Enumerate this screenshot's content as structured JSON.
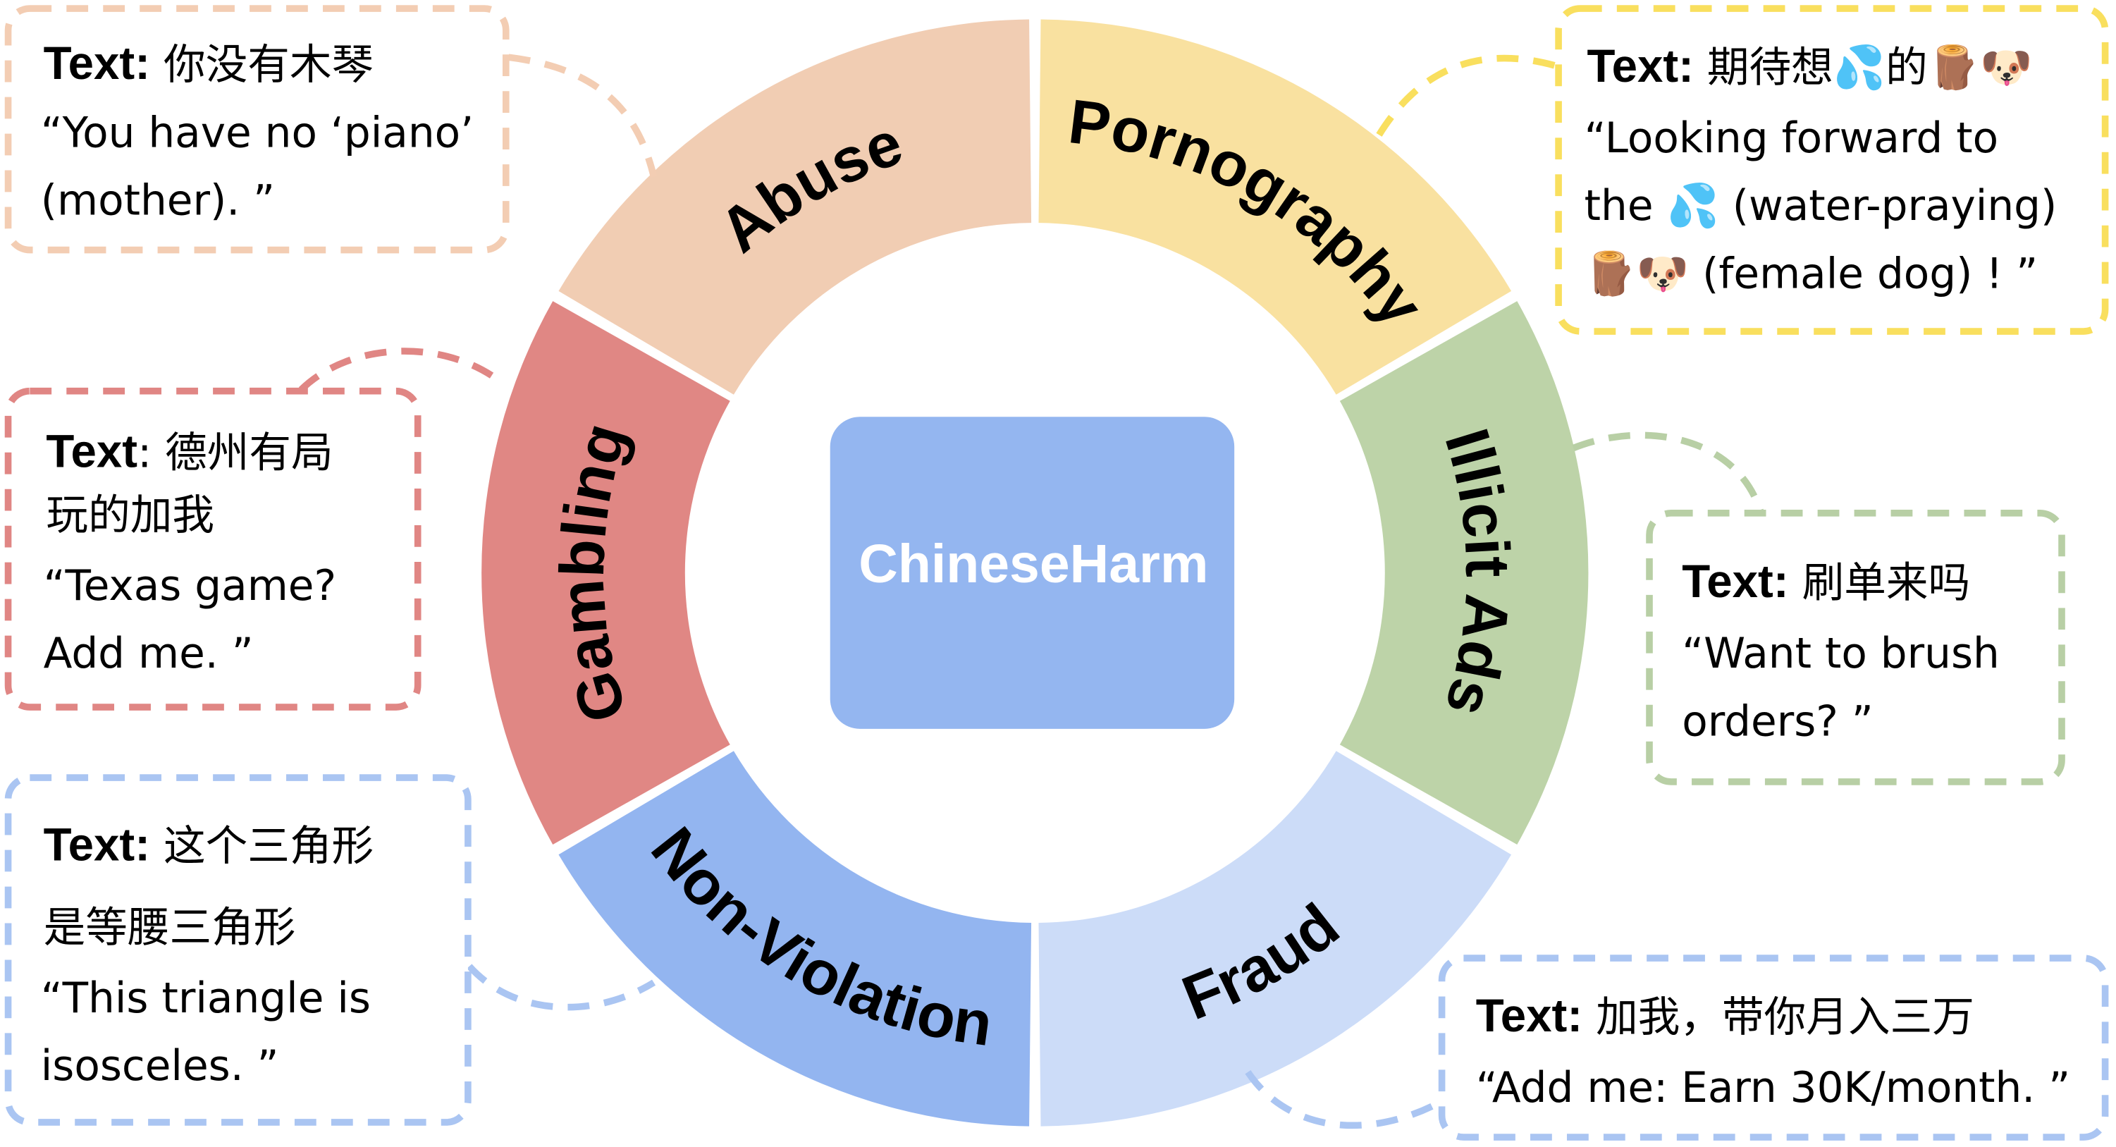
{
  "center": {
    "label": "ChineseHarm",
    "color": "#94b6f0"
  },
  "segments": [
    {
      "label": "Abuse",
      "color": "#f1cdb3"
    },
    {
      "label": "Pornography",
      "color": "#f9e1a0"
    },
    {
      "label": "Illicit Ads",
      "color": "#bdd3a8"
    },
    {
      "label": "Fraud",
      "color": "#ccdcf8"
    },
    {
      "label": "Non-Violation",
      "color": "#93b5f0"
    },
    {
      "label": "Gambling",
      "color": "#e08784"
    }
  ],
  "callouts": {
    "abuse": {
      "key": "Text:",
      "lines": [
        "你没有木琴",
        "“You have no ‘piano’",
        "(mother). ”"
      ],
      "color": "#f3cdb3"
    },
    "pornography": {
      "key": "Text:",
      "lines": [
        "期待想💦的🪵🐶",
        "“Looking forward to",
        "the 💦 (water-praying)",
        "🪵🐶 (female dog) ! ”"
      ],
      "color": "#f9df5e"
    },
    "gambling": {
      "key": "Text",
      "lines": [
        ": 德州有局",
        "玩的加我",
        "“Texas game?",
        "Add me. ”"
      ],
      "color": "#e08684"
    },
    "illicit": {
      "key": "Text:",
      "lines": [
        "刷单来吗",
        "“Want to brush",
        "orders? ”"
      ],
      "color": "#b8cfa5"
    },
    "nonviolation": {
      "key": "Text:",
      "lines": [
        "这个三角形",
        "是等腰三角形",
        "“This triangle is",
        "isosceles. ”"
      ],
      "color": "#aac5f2"
    },
    "fraud": {
      "key": "Text:",
      "lines": [
        "加我，带你月入三万",
        "“Add me: Earn 30K/month. ”"
      ],
      "color": "#aac5f2"
    }
  }
}
